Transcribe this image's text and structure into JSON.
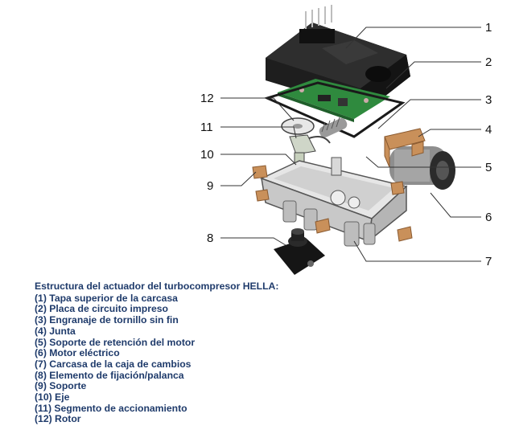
{
  "diagram": {
    "callout_numbers": [
      "1",
      "2",
      "3",
      "4",
      "5",
      "6",
      "7",
      "8",
      "9",
      "10",
      "11",
      "12"
    ]
  },
  "legend": {
    "title": "Estructura del actuador del turbocompresor HELLA:",
    "items": [
      "(1) Tapa superior de la carcasa",
      "(2) Placa de circuito impreso",
      "(3) Engranaje de tornillo  sin fin",
      "(4) Junta",
      "(5) Soporte de  retención del motor",
      "(6) Motor eléctrico",
      "(7) Carcasa de la caja de cambios",
      "(8) Elemento de fijación/palanca",
      "(9) Soporte",
      "(10) Eje",
      "(11) Segmento de accionamiento",
      "(12) Rotor"
    ]
  },
  "colors": {
    "legend_text": "#1f3b6b",
    "pcb_green": "#2f8a3e",
    "cover_black": "#1c1c1c",
    "bracket_orange": "#c9905a",
    "housing_gray": "#d9d9d9"
  }
}
